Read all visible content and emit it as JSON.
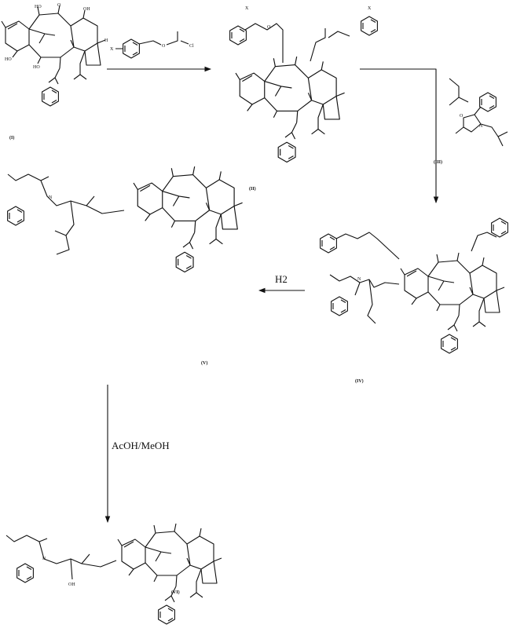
{
  "compounds": [
    {
      "id": "I",
      "label": "(I)"
    },
    {
      "id": "II",
      "label": "(II)"
    },
    {
      "id": "III",
      "label": "(III)"
    },
    {
      "id": "IV",
      "label": "(IV)"
    },
    {
      "id": "V",
      "label": "(V)"
    },
    {
      "id": "VI",
      "label": "(VI)"
    }
  ],
  "reagents": {
    "step1": {
      "substituent": "X",
      "oxygen": "O",
      "leaving_group": "Cl"
    },
    "step3": "H2",
    "step4": "AcOH/MeOH"
  },
  "atoms": {
    "oxygen": "O",
    "hydroxyl": "HO",
    "hydroxyl_right": "OH",
    "hydrogen": "H",
    "nitrogen": "N",
    "substituent": "X"
  }
}
